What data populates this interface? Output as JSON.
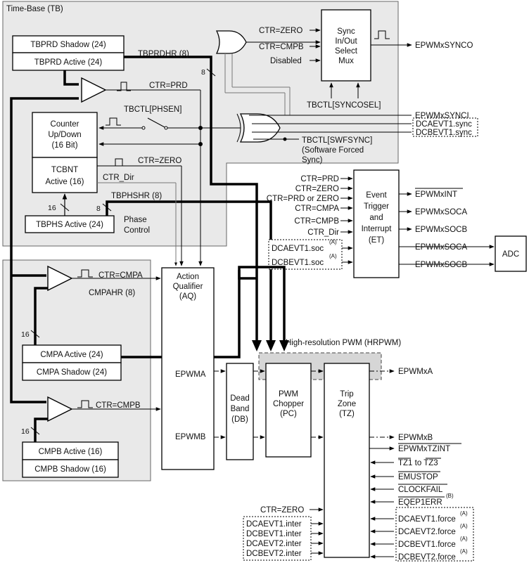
{
  "regions": {
    "time_base": "Time-Base (TB)",
    "hrpwm": "High-resolution PWM (HRPWM)"
  },
  "tb": {
    "tbprd_shadow": "TBPRD Shadow (24)",
    "tbprd_active": "TBPRD Active (24)",
    "tbprdhr": "TBPRDHR (8)",
    "bus8": "8",
    "ctr_prd": "CTR=PRD",
    "tbctl_phsen": "TBCTL[PHSEN]",
    "counter_l1": "Counter",
    "counter_l2": "Up/Down",
    "counter_l3": "(16 Bit)",
    "tcbnt_l1": "TCBNT",
    "tcbnt_l2": "Active (16)",
    "ctr_zero": "CTR=ZERO",
    "ctr_dir": "CTR_Dir",
    "tbphshr": "TBPHSHR (8)",
    "tbphs_active": "TBPHS Active (24)",
    "bus16": "16",
    "phase_l1": "Phase",
    "phase_l2": "Control"
  },
  "sync": {
    "ctr_zero": "CTR=ZERO",
    "ctr_cmpb": "CTR=CMPB",
    "disabled": "Disabled",
    "mux_l1": "Sync",
    "mux_l2": "In/Out",
    "mux_l3": "Select",
    "mux_l4": "Mux",
    "synco": "EPWMxSYNCO",
    "tbctl_syncosel": "TBCTL[SYNCOSEL]",
    "synci": "EPWMxSYNCI",
    "dcaevt1_sync": "DCAEVT1.sync",
    "dcbevt1_sync": "DCBEVT1.sync",
    "swfsync_l1": "TBCTL[SWFSYNC]",
    "swfsync_l2": "(Software Forced",
    "swfsync_l3": "Sync)"
  },
  "et": {
    "in_ctr_prd": "CTR=PRD",
    "in_ctr_zero": "CTR=ZERO",
    "in_ctr_prd_or_zero": "CTR=PRD or ZERO",
    "in_ctr_cmpa": "CTR=CMPA",
    "in_ctr_cmpb": "CTR=CMPB",
    "in_ctr_dir": "CTR_Dir",
    "in_dcaevt1_soc": "DCAEVT1.soc",
    "in_dcbevt1_soc": "DCBEVT1.soc",
    "sup_a": "(A)",
    "box_l1": "Event",
    "box_l2": "Trigger",
    "box_l3": "and",
    "box_l4": "Interrupt",
    "box_l5": "(ET)",
    "out_int": "EPWMxINT",
    "out_soca": "EPWMxSOCA",
    "out_socb": "EPWMxSOCB",
    "out_soca2": "EPWMxSOCA",
    "out_socb2": "EPWMxSOCB",
    "adc": "ADC"
  },
  "cc": {
    "ctr_cmpa": "CTR=CMPA",
    "cmpahr": "CMPAHR (8)",
    "bus16a": "16",
    "cmpa_active": "CMPA Active (24)",
    "cmpa_shadow": "CMPA Shadow (24)",
    "ctr_cmpb": "CTR=CMPB",
    "bus16b": "16",
    "cmpb_active": "CMPB Active (16)",
    "cmpb_shadow": "CMPB Shadow (16)"
  },
  "aq": {
    "l1": "Action",
    "l2": "Qualifier",
    "l3": "(AQ)",
    "epwma": "EPWMA",
    "epwmb": "EPWMB"
  },
  "db": {
    "l1": "Dead",
    "l2": "Band",
    "l3": "(DB)"
  },
  "pc": {
    "l1": "PWM",
    "l2": "Chopper",
    "l3": "(PC)"
  },
  "tz": {
    "l1": "Trip",
    "l2": "Zone",
    "l3": "(TZ)",
    "out_a": "EPWMxA",
    "out_b": "EPWMxB",
    "out_tzint": "EPWMxTZINT",
    "in_tz1_tz3": "TZ1 to TZ3",
    "in_emustop": "EMUSTOP",
    "in_clockfail": "CLOCKFAIL",
    "in_eqep1err": "EQEP1ERR",
    "sup_b": "(B)",
    "in_ctr_zero": "CTR=ZERO",
    "in_dcaevt1_inter": "DCAEVT1.inter",
    "in_dcbevt1_inter": "DCBEVT1.inter",
    "in_dcaevt2_inter": "DCAEVT2.inter",
    "in_dcbevt2_inter": "DCBEVT2.inter",
    "in_dcaevt1_force": "DCAEVT1.force",
    "in_dcaevt2_force": "DCAEVT2.force",
    "in_dcbevt1_force": "DCBEVT1.force",
    "in_dcbevt2_force": "DCBEVT2.force",
    "sup_a": "(A)"
  }
}
